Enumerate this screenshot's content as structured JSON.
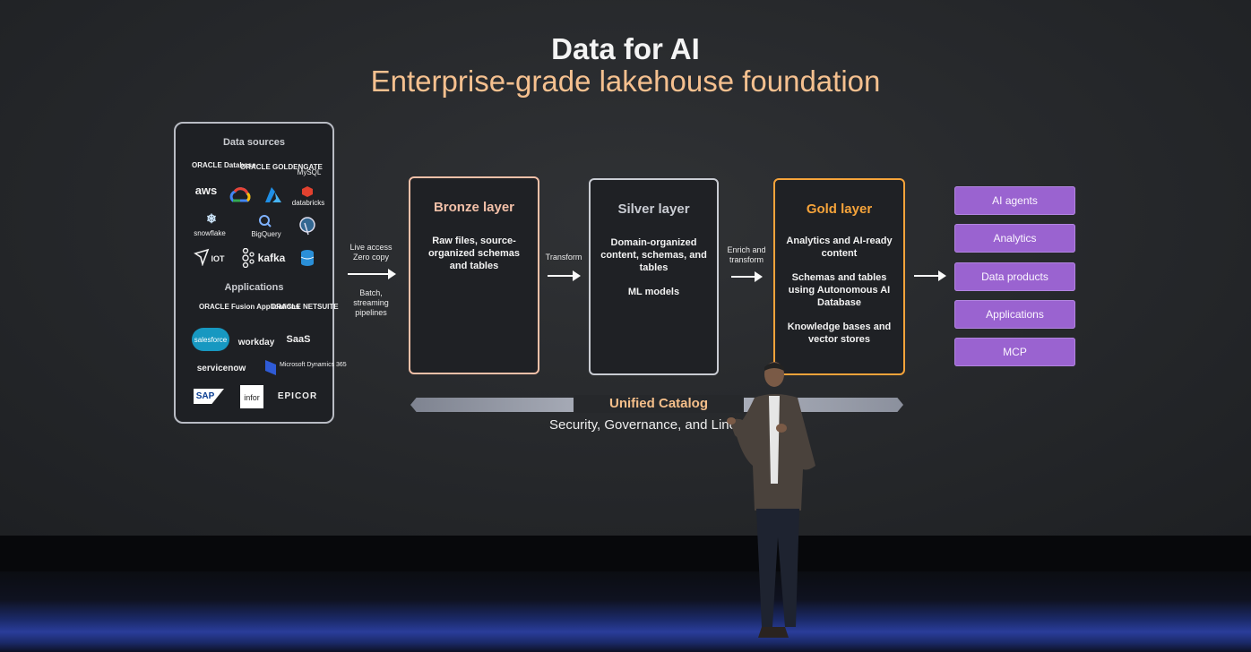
{
  "slide": {
    "title": "Data for AI",
    "subtitle": "Enterprise-grade lakehouse foundation"
  },
  "sources": {
    "data_sources_heading": "Data sources",
    "applications_heading": "Applications",
    "data_logos": [
      {
        "label": "ORACLE Database",
        "icon": "oracle-database-logo"
      },
      {
        "label": "ORACLE GOLDENGATE",
        "icon": "oracle-goldengate-logo"
      },
      {
        "label": "MySQL",
        "icon": "mysql-logo"
      },
      {
        "label": "aws",
        "icon": "aws-logo"
      },
      {
        "label": "",
        "icon": "google-cloud-logo"
      },
      {
        "label": "",
        "icon": "azure-logo"
      },
      {
        "label": "databricks",
        "icon": "databricks-logo"
      },
      {
        "label": "snowflake",
        "icon": "snowflake-logo"
      },
      {
        "label": "BigQuery",
        "icon": "bigquery-logo"
      },
      {
        "label": "",
        "icon": "postgresql-logo"
      },
      {
        "label": "IOT",
        "icon": "iot-logo"
      },
      {
        "label": "kafka",
        "icon": "kafka-logo"
      },
      {
        "label": "",
        "icon": "database-stack-logo"
      }
    ],
    "app_logos": [
      {
        "label": "ORACLE Fusion Applications",
        "icon": "oracle-fusion-logo"
      },
      {
        "label": "ORACLE NETSUITE",
        "icon": "oracle-netsuite-logo"
      },
      {
        "label": "salesforce",
        "icon": "salesforce-logo"
      },
      {
        "label": "workday",
        "icon": "workday-logo"
      },
      {
        "label": "SaaS",
        "icon": "saas-logo"
      },
      {
        "label": "servicenow",
        "icon": "servicenow-logo"
      },
      {
        "label": "Microsoft Dynamics 365",
        "icon": "dynamics365-logo"
      },
      {
        "label": "SAP",
        "icon": "sap-logo"
      },
      {
        "label": "infor",
        "icon": "infor-logo"
      },
      {
        "label": "EPICOR",
        "icon": "epicor-logo"
      }
    ]
  },
  "arrows": {
    "ingest_top": "Live access\nZero copy",
    "ingest_bottom": "Batch,\nstreaming\npipelines",
    "transform": "Transform",
    "enrich": "Enrich and\ntransform"
  },
  "layers": {
    "bronze": {
      "title": "Bronze layer",
      "lines": [
        "Raw files, source-organized schemas and tables"
      ],
      "color": "#f3c0a8"
    },
    "silver": {
      "title": "Silver layer",
      "lines": [
        "Domain-organized content, schemas, and tables",
        "ML models"
      ],
      "color": "#c9ccd3"
    },
    "gold": {
      "title": "Gold layer",
      "lines": [
        "Analytics and AI-ready content",
        "Schemas and tables using Autonomous AI Database",
        "Knowledge bases and vector stores"
      ],
      "color": "#f5a33a"
    }
  },
  "outputs": [
    "AI agents",
    "Analytics",
    "Data products",
    "Applications",
    "MCP"
  ],
  "catalog": {
    "label": "Unified Catalog",
    "sub": "Security, Governance, and Lineage"
  },
  "colors": {
    "accent_orange": "#f5bf8a",
    "output_purple": "#9a63d0",
    "gold_border": "#f5a33a"
  }
}
